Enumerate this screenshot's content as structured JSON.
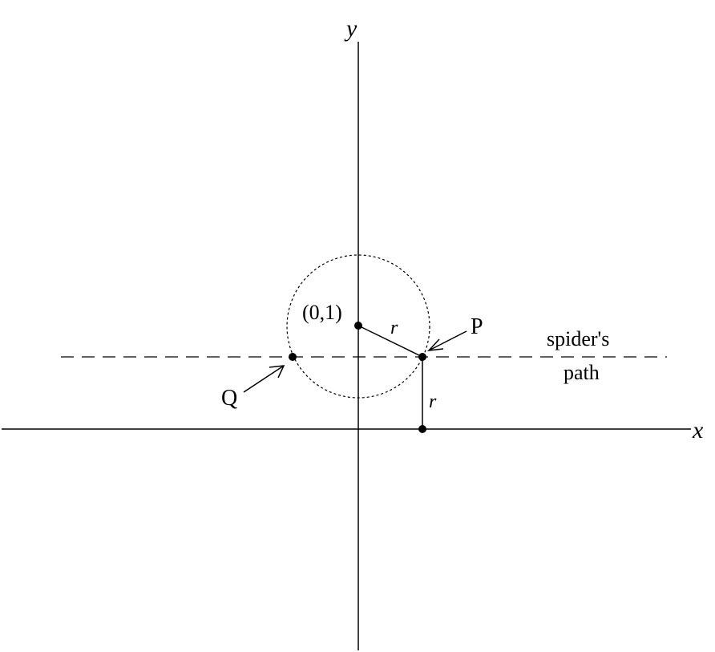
{
  "labels": {
    "y_axis": "y",
    "x_axis": "x",
    "center_point": "(0,1)",
    "point_p": "P",
    "point_q": "Q",
    "radius_upper": "r",
    "radius_lower": "r",
    "path_line1": "spider's",
    "path_line2": "path"
  },
  "colors": {
    "ink": "#000000",
    "background": "#ffffff"
  }
}
